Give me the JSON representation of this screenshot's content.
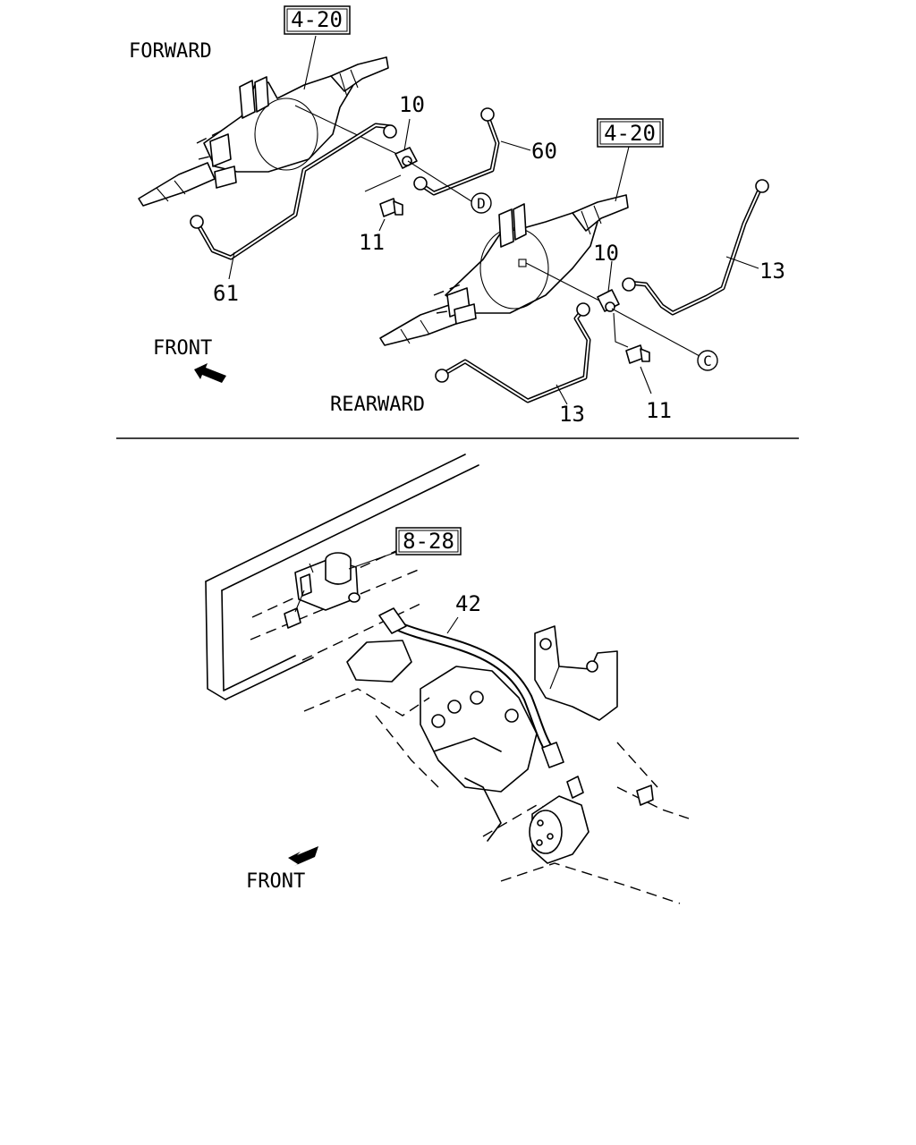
{
  "top_diagram": {
    "forward_label": "FORWARD",
    "rearward_label": "REARWARD",
    "front_label": "FRONT",
    "ref_box_forward": "4-20",
    "ref_box_rearward": "4-20",
    "part_10_forward": "10",
    "part_10_rearward": "10",
    "part_11_forward": "11",
    "part_11_rearward": "11",
    "part_13_upper": "13",
    "part_13_lower": "13",
    "part_60": "60",
    "part_61": "61",
    "callout_d": "D",
    "callout_c": "C"
  },
  "bottom_diagram": {
    "ref_box": "8-28",
    "part_42": "42",
    "front_label": "FRONT"
  }
}
